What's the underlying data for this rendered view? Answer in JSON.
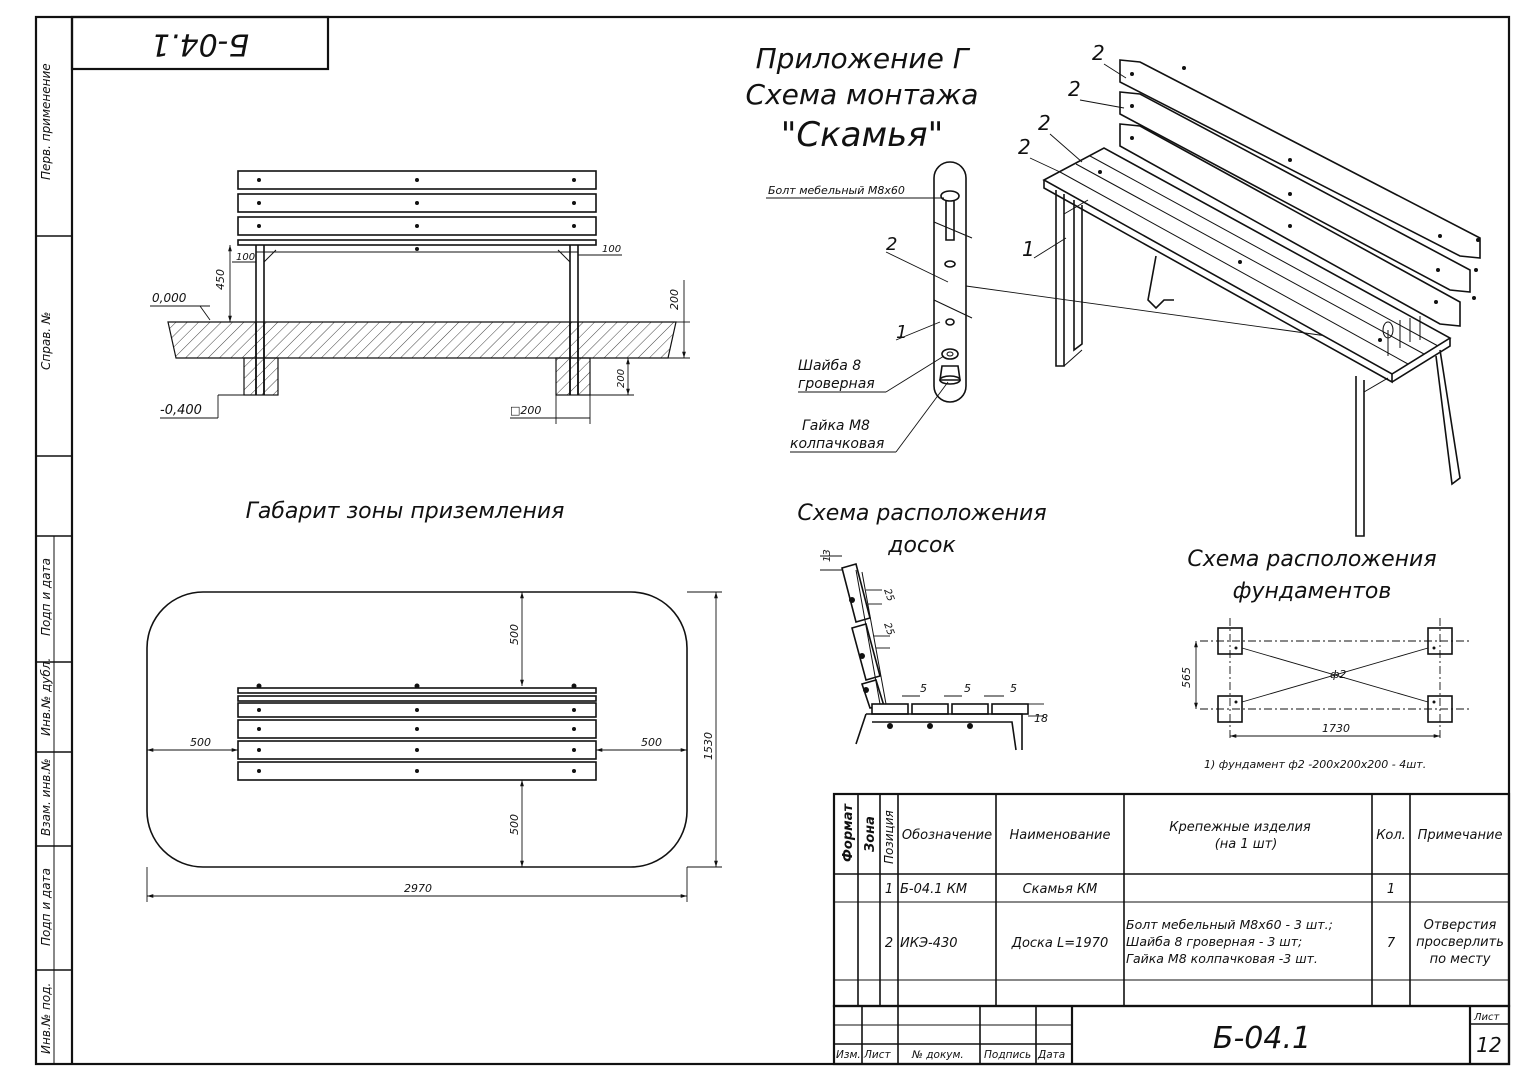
{
  "sheet": {
    "corner_code": "Б-04.1",
    "title_line1": "Приложение Г",
    "title_line2": "Схема монтажа",
    "title_line3": "\"Скамья\"",
    "sheet_label": "Лист",
    "sheet_number": "12",
    "doc_code": "Б-04.1"
  },
  "side_strip": {
    "perv": "Перв. применение",
    "sprav": "Справ. №",
    "podp1": "Подп и дата",
    "inv_dubl": "Инв.№ дубл.",
    "vzam": "Взам. инв.№",
    "podp2": "Подп и дата",
    "inv_pod": "Инв.№ под."
  },
  "front_view": {
    "level_top": "0,000",
    "level_bottom": "-0,400",
    "dim_450": "450",
    "dim_100_left": "100",
    "dim_100_right": "100",
    "dim_200_top": "200",
    "dim_200_side": "200",
    "dim_square": "□200"
  },
  "hardware": {
    "bolt": "Болт мебельный М8х60",
    "washer_1": "Шайба 8",
    "washer_2": "гроверная",
    "nut_1": "Гайка М8",
    "nut_2": "колпачковая",
    "pos_2": "2",
    "pos_1": "1"
  },
  "iso_view": {
    "labels": [
      "2",
      "2",
      "2",
      "2",
      "1"
    ]
  },
  "ground_zone": {
    "title": "Габарит зоны приземления",
    "dim_top": "500",
    "dim_bottom": "500",
    "dim_left": "500",
    "dim_right": "500",
    "dim_height": "1530",
    "dim_width": "2970"
  },
  "boards_scheme": {
    "title_1": "Схема расположения",
    "title_2": "досок",
    "dim_13": "13",
    "dim_25a": "25",
    "dim_25b": "25",
    "dim_5a": "5",
    "dim_5b": "5",
    "dim_5c": "5",
    "dim_18": "18"
  },
  "foundation": {
    "title_1": "Схема расположения",
    "title_2": "фундаментов",
    "dim_565": "565",
    "dim_1730": "1730",
    "mark": "ф2",
    "note": "1) фундамент ф2 -200х200х200 - 4шт."
  },
  "spec_table": {
    "headers": {
      "format": "Формат",
      "zone": "Зона",
      "pos": "Позиция",
      "oboz": "Обозначение",
      "name": "Наименование",
      "fasten_1": "Крепежные изделия",
      "fasten_2": "(на 1 шт)",
      "qty": "Кол.",
      "note": "Примечание"
    },
    "rows": [
      {
        "pos": "1",
        "oboz": "Б-04.1 КМ",
        "name": "Скамья КМ",
        "fasten": [
          "",
          "",
          ""
        ],
        "qty": "1",
        "note": [
          "",
          "",
          ""
        ]
      },
      {
        "pos": "2",
        "oboz": "ИКЭ-430",
        "name": "Доска L=1970",
        "fasten": [
          "Болт мебельный М8х60 - 3 шт.;",
          "Шайба 8 гроверная - 3 шт;",
          "Гайка М8 колпачковая -3 шт."
        ],
        "qty": "7",
        "note": [
          "Отверстия",
          "просверлить",
          "по месту"
        ]
      }
    ]
  },
  "stamp": {
    "izm": "Изм.",
    "list": "Лист",
    "ndoc": "№ докум.",
    "podpis": "Подпись",
    "data": "Дата"
  }
}
